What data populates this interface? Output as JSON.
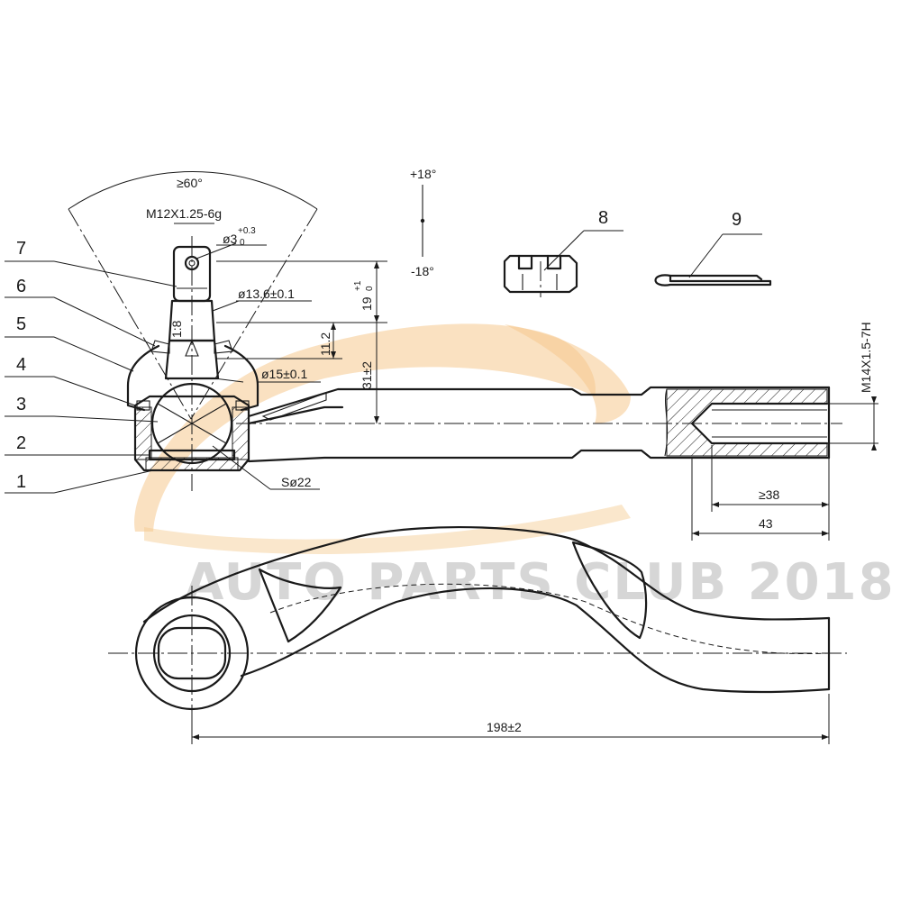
{
  "watermark": {
    "text": "AUTO PARTS CLUB 2018",
    "logo_color": "#f2b56a",
    "text_color": "#d6d6d6"
  },
  "part_numbers": [
    "1",
    "2",
    "3",
    "4",
    "5",
    "6",
    "7",
    "8",
    "9"
  ],
  "dimensions": {
    "swing_angle": "≥60°",
    "stud_thread": "M12X1.25-6g",
    "hole_dia": "ø3",
    "hole_dia_tol_upper": "+0.3",
    "hole_dia_tol_lower": "0",
    "taper_dia": "ø13.6±0.1",
    "taper_ratio": "1:8",
    "shank_dia": "ø15±0.1",
    "stud_len": "19",
    "stud_len_tol_upper": "+1",
    "stud_len_tol_lower": "0",
    "taper_len": "11.2",
    "stud_height": "31±2",
    "ball_dia": "Sø22",
    "inner_thread": "M14X1.5-7H",
    "thread_depth": "≥38",
    "bore_depth": "43",
    "overall_len": "198±2",
    "tilt_up": "+18°",
    "tilt_down": "-18°"
  }
}
